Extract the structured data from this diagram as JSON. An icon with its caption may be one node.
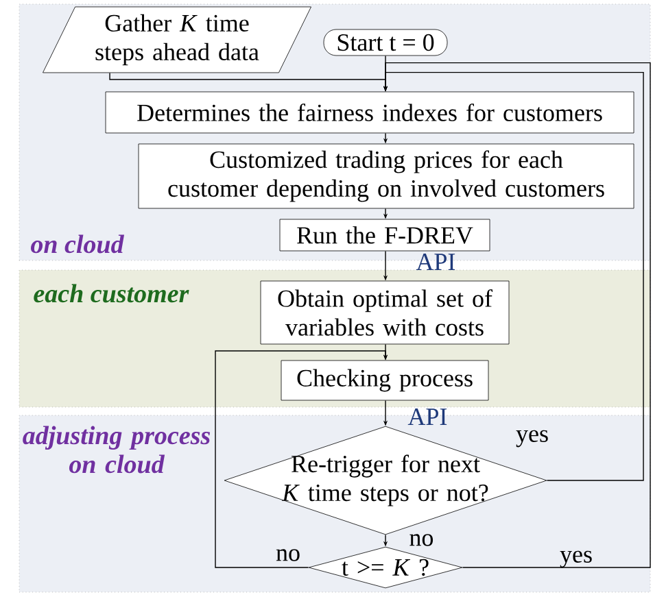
{
  "diagram": {
    "nodes": [
      {
        "text": [
          "on cloud"
        ]
      },
      {
        "text": [
          "each customer"
        ]
      },
      {
        "text": [
          "adjusting process on cloud"
        ]
      },
      {
        "text": [
          "Gather *K* time steps ahead data"
        ],
        "in": 0
      },
      {
        "text": [
          "Start t = 0"
        ],
        "in": 0
      },
      {
        "text": [
          "Determines the fairness indexes for customers"
        ],
        "in": 0
      },
      {
        "text": [
          "Customized trading prices for each customer depending on involved customers"
        ],
        "in": 0
      },
      {
        "text": [
          "Run the F-DREV"
        ],
        "in": 0
      },
      {
        "text": [
          "Obtain optimal set of variables with costs"
        ],
        "in": 1
      },
      {
        "text": [
          "Checking process"
        ],
        "in": 1
      },
      {
        "text": [
          "Re-trigger for next *K* time steps or not?"
        ],
        "in": 2
      },
      {
        "text": [
          "t >= *K* ?"
        ],
        "in": 2
      }
    ],
    "edges": [
      {
        "from": 4,
        "to": 5,
        "arrow": "to"
      },
      {
        "from": 3,
        "to": 5,
        "arrow": "to"
      },
      {
        "from": 5,
        "to": 6,
        "arrow": "to"
      },
      {
        "from": 6,
        "to": 7,
        "arrow": "to"
      },
      {
        "from": 7,
        "to": 8,
        "arrow": "to",
        "label": "API"
      },
      {
        "from": 8,
        "to": 9,
        "arrow": "to"
      },
      {
        "from": 9,
        "to": 10,
        "arrow": "to",
        "label": "API"
      },
      {
        "from": 10,
        "to": 5,
        "arrow": "to",
        "label": "yes"
      },
      {
        "from": 10,
        "to": 11,
        "arrow": "to",
        "label": "no"
      },
      {
        "from": 11,
        "to": 9,
        "arrow": "to",
        "label": "no"
      },
      {
        "from": 11,
        "to": 5,
        "arrow": "to",
        "label": "yes"
      }
    ]
  }
}
